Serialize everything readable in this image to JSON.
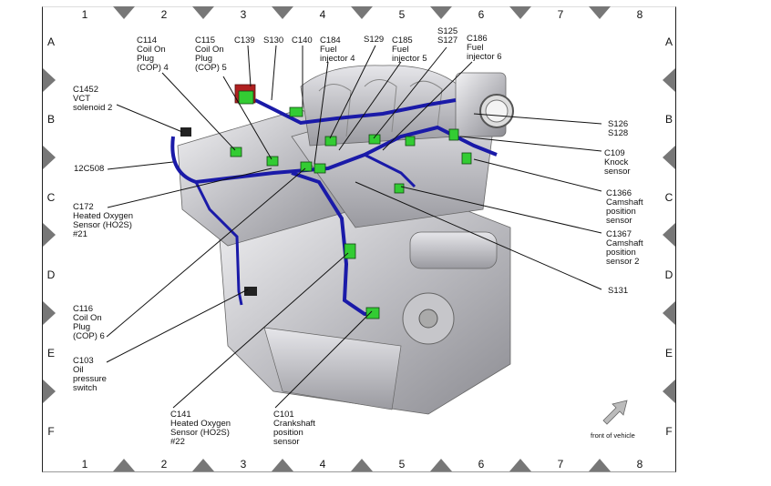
{
  "diagram": {
    "type": "engine connector location view",
    "grid": {
      "columns": [
        "1",
        "2",
        "3",
        "4",
        "5",
        "6",
        "7",
        "8"
      ],
      "rows": [
        "A",
        "B",
        "C",
        "D",
        "E",
        "F"
      ]
    },
    "callouts": [
      {
        "id": "c114",
        "lines": "C114\nCoil On\nPlug\n(COP) 4"
      },
      {
        "id": "c115",
        "lines": "C115\nCoil On\nPlug\n(COP) 5"
      },
      {
        "id": "c139",
        "lines": "C139"
      },
      {
        "id": "s130",
        "lines": "S130"
      },
      {
        "id": "c140",
        "lines": "C140"
      },
      {
        "id": "c184",
        "lines": "C184\nFuel\ninjector 4"
      },
      {
        "id": "s129",
        "lines": "S129"
      },
      {
        "id": "c185",
        "lines": "C185\nFuel\ninjector 5"
      },
      {
        "id": "s125",
        "lines": "S125\nS127"
      },
      {
        "id": "c186",
        "lines": "C186\nFuel\ninjector 6"
      },
      {
        "id": "c1452",
        "lines": "C1452\nVCT\nsolenoid 2"
      },
      {
        "id": "12c508",
        "lines": "12C508"
      },
      {
        "id": "c172",
        "lines": "C172\nHeated Oxygen\nSensor (HO2S)\n#21"
      },
      {
        "id": "c116",
        "lines": "C116\nCoil On\nPlug\n(COP) 6"
      },
      {
        "id": "c103",
        "lines": "C103\nOil\npressure\nswitch"
      },
      {
        "id": "c141",
        "lines": "C141\nHeated Oxygen\nSensor (HO2S)\n#22"
      },
      {
        "id": "c101",
        "lines": "C101\nCrankshaft\nposition\nsensor"
      },
      {
        "id": "s126",
        "lines": "S126\nS128"
      },
      {
        "id": "c109",
        "lines": "C109\nKnock\nsensor"
      },
      {
        "id": "c1366",
        "lines": "C1366\nCamshaft\nposition\nsensor"
      },
      {
        "id": "c1367",
        "lines": "C1367\nCamshaft\nposition\nsensor 2"
      },
      {
        "id": "s131",
        "lines": "S131"
      }
    ],
    "front_of_vehicle": "front of vehicle",
    "colors": {
      "harness": "#1a1aa8",
      "connector": "#33cc33",
      "engine": "#c8c8cc",
      "grid_marker": "#777777",
      "red_connector": "#b02020"
    }
  }
}
